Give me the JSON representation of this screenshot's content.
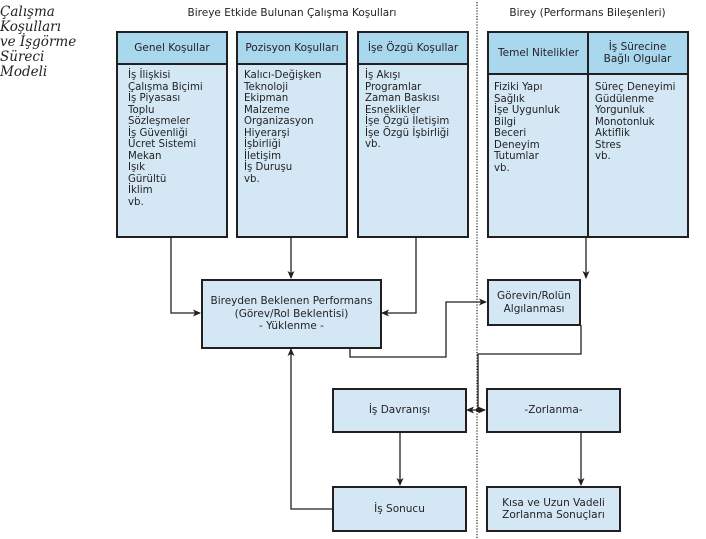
{
  "side_title": [
    "Çalışma",
    "Koşulları",
    "ve İşgörme",
    "Süreci",
    "Modeli"
  ],
  "sections": {
    "left_title": "Bireye Etkide Bulunan Çalışma Koşulları",
    "right_title": "Birey (Performans Bileşenleri)"
  },
  "condition_boxes": [
    {
      "title": "Genel Koşullar",
      "items": [
        "İş İlişkisi",
        "Çalışma Biçimi",
        "İş Piyasası",
        "Toplu",
        "Sözleşmeler",
        "İş Güvenliği",
        "Ücret Sistemi",
        "Mekan",
        "Işık",
        "Gürültü",
        "İklim",
        "vb."
      ]
    },
    {
      "title": "Pozisyon Koşulları",
      "items": [
        "Kalıcı-Değişken",
        "Teknoloji",
        "Ekipman",
        "Malzeme",
        "Organizasyon",
        "Hiyerarşi",
        "İşbirliği",
        "İletişim",
        "İş Duruşu",
        "vb."
      ]
    },
    {
      "title": "İşe Özgü Koşullar",
      "items": [
        "İş Akışı",
        "Programlar",
        "Zaman Baskısı",
        "Esneklikler",
        "İşe Özgü İletişim",
        "İşe Özgü İşbirliği",
        "vb."
      ]
    }
  ],
  "individual_boxes": [
    {
      "title": "Temel Nitelikler",
      "items": [
        "Fiziki Yapı",
        "Sağlık",
        "İşe Uygunluk",
        "Bilgi",
        "Beceri",
        "Deneyim",
        "Tutumlar",
        "vb."
      ]
    },
    {
      "title_lines": [
        "İş Sürecine",
        "Bağlı Olgular"
      ],
      "items": [
        "Süreç Deneyimi",
        "Güdülenme",
        "Yorgunluk",
        "Monotonluk",
        "Aktiflik",
        "Stres",
        "vb."
      ]
    }
  ],
  "process_boxes": {
    "expected_performance": [
      "Bireyden Beklenen Performans",
      "(Görev/Rol Beklentisi)",
      "- Yüklenme -"
    ],
    "role_perception": [
      "Görevin/Rolün",
      "Algılanması"
    ],
    "work_behavior": "İş Davranışı",
    "strain": "-Zorlanma-",
    "work_result": "İş Sonucu",
    "strain_results": [
      "Kısa ve Uzun Vadeli",
      "Zorlanma Sonuçları"
    ]
  },
  "colors": {
    "header_fill": "#a9d7ee",
    "body_fill": "#d3e8f4",
    "stroke": "#231f20"
  }
}
